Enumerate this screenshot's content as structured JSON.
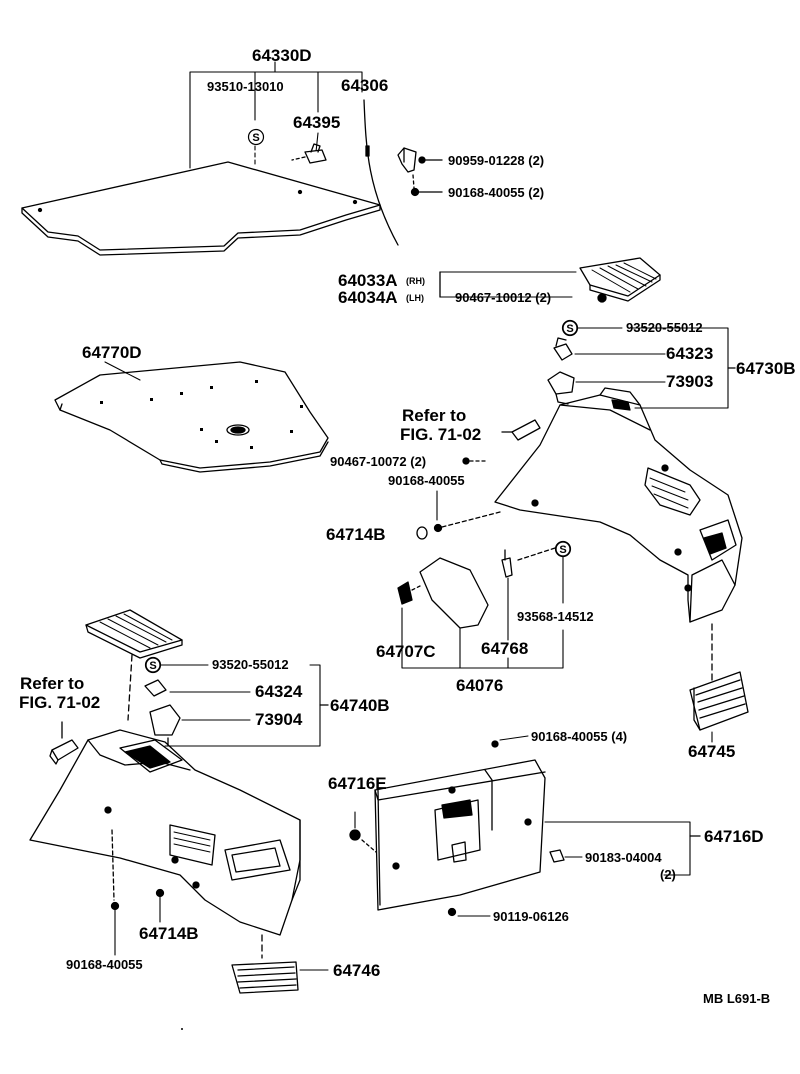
{
  "labels": {
    "p64330D": "64330D",
    "p93510": "93510-13010",
    "p64306": "64306",
    "p64395": "64395",
    "p90959": "90959-01228 (2)",
    "p90168a": "90168-40055 (2)",
    "p64033A": "64033A",
    "p64034A": "64034A",
    "rh": "(RH)",
    "lh": "(LH)",
    "p90467a": "90467-10012 (2)",
    "p93520a": "93520-55012",
    "p64323": "64323",
    "p64730B": "64730B",
    "p73903": "73903",
    "p64770D": "64770D",
    "refer1_l1": "Refer to",
    "refer1_l2": "FIG. 71-02",
    "p90467b": "90467-10072 (2)",
    "p90168b": "90168-40055",
    "p64714B_a": "64714B",
    "p93568": "93568-14512",
    "p64707C": "64707C",
    "p64768": "64768",
    "p64076": "64076",
    "p93520b": "93520-55012",
    "refer2_l1": "Refer to",
    "refer2_l2": "FIG. 71-02",
    "p64324": "64324",
    "p64740B": "64740B",
    "p73904": "73904",
    "p64745": "64745",
    "p90168c": "90168-40055 (4)",
    "p64716E": "64716E",
    "p64716D": "64716D",
    "p90183": "90183-04004",
    "p90183_qty": "(2)",
    "p90119": "90119-06126",
    "p64714B_b": "64714B",
    "p90168d": "90168-40055",
    "p64746": "64746",
    "sheet_id": "MB L691-B",
    "s_mark": "S"
  }
}
